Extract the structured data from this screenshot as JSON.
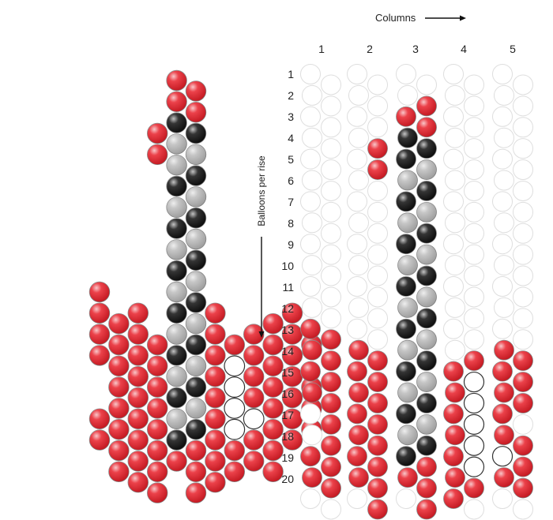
{
  "header": {
    "columns_label": "Columns"
  },
  "side": {
    "rows_label": "Balloons per rise"
  },
  "column_labels": [
    "1",
    "2",
    "3",
    "4",
    "5"
  ],
  "row_labels": [
    "1",
    "2",
    "3",
    "4",
    "5",
    "6",
    "7",
    "8",
    "9",
    "10",
    "11",
    "12",
    "13",
    "14",
    "15",
    "16",
    "17",
    "18",
    "19",
    "20"
  ],
  "colors": {
    "R": "#e8202a",
    "K": "#111111",
    "G": "#bcbcbc",
    "W": "#ffffff",
    "outline": "#8a8a8a",
    "empty": "#dedede"
  },
  "legend_codes": {
    "R": "red",
    "K": "black",
    "G": "silver",
    "W": "white",
    ".": "empty"
  },
  "grid_pattern": [
    ".. .. .. .. ..",
    ".. .. .R .. ..",
    ".. .. RR .. ..",
    ".. .R KK .. ..",
    ".. .R KG .. ..",
    ".. .. GK .. ..",
    ".. .. KG .. ..",
    ".. .. GK .. ..",
    ".. .. KG .. ..",
    ".. .. GK .. ..",
    ".. .. KG .. ..",
    ".. .. GK .. ..",
    "RR .. KG .. ..",
    "RR RR GK .R RR",
    "RR RR KG RW RR",
    "RR RR GK RW RR",
    ".R RR KG RW R.",
    ".R RR GK RW RR",
    "RR RR KR RW WR",
    "RR RR RR RR RR",
    ".. .R .R R. .."
  ],
  "guitar_pattern": [
    "....RR........",
    "....RR........",
    "...RKK........",
    "...RGG........",
    "....GK........",
    "....KG........",
    "....GK........",
    "....KG........",
    "....GK........",
    "....KG........",
    "R...GK........",
    "RRR.KGR..RR...",
    "RRRRGKRRRRRR..",
    "RRRRKGRWRRR...",
    ".RRRGKRWRRRR..",
    ".RRRKGRWRRRR..",
    "RRRRGKRWWRRR..",
    "RRRRKRRRRRR...",
    ".RRRRRRRRR....",
    "..RR.RR......."
  ]
}
